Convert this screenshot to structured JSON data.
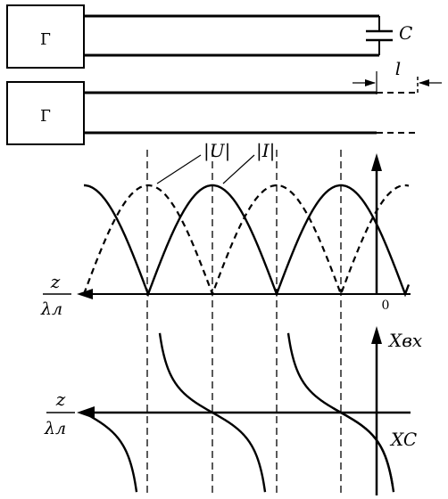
{
  "generator_top": {
    "label": "Г"
  },
  "generator_bottom": {
    "label": "Г"
  },
  "capacitor": {
    "label": "C"
  },
  "length_marker": {
    "label": "l"
  },
  "amplitude_plot": {
    "voltage_label": "|U|",
    "current_label": "|I|",
    "axis_label_num": "z",
    "axis_label_den": "λл",
    "origin_label": "0"
  },
  "reactance_plot": {
    "y_label": "Xвх",
    "cap_label": "XC",
    "axis_label_num": "z",
    "axis_label_den": "λл"
  }
}
